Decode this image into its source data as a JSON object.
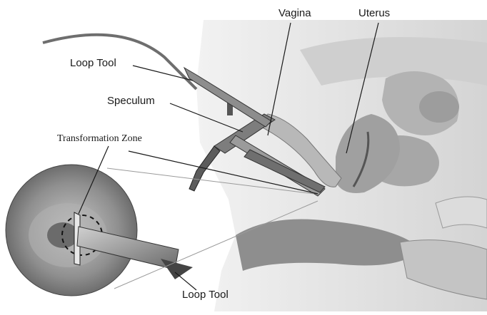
{
  "labels": {
    "loop_tool_top": "Loop Tool",
    "vagina": "Vagina",
    "uterus": "Uterus",
    "speculum": "Speculum",
    "transformation_zone": "Transformation Zone",
    "loop_tool_bottom": "Loop Tool"
  },
  "colors": {
    "background": "#ffffff",
    "tissue_light": "#e6e6e6",
    "tissue_mid": "#bdbdbd",
    "tissue_dark": "#8a8a8a",
    "instrument": "#5a5a5a",
    "line": "#1a1a1a"
  }
}
